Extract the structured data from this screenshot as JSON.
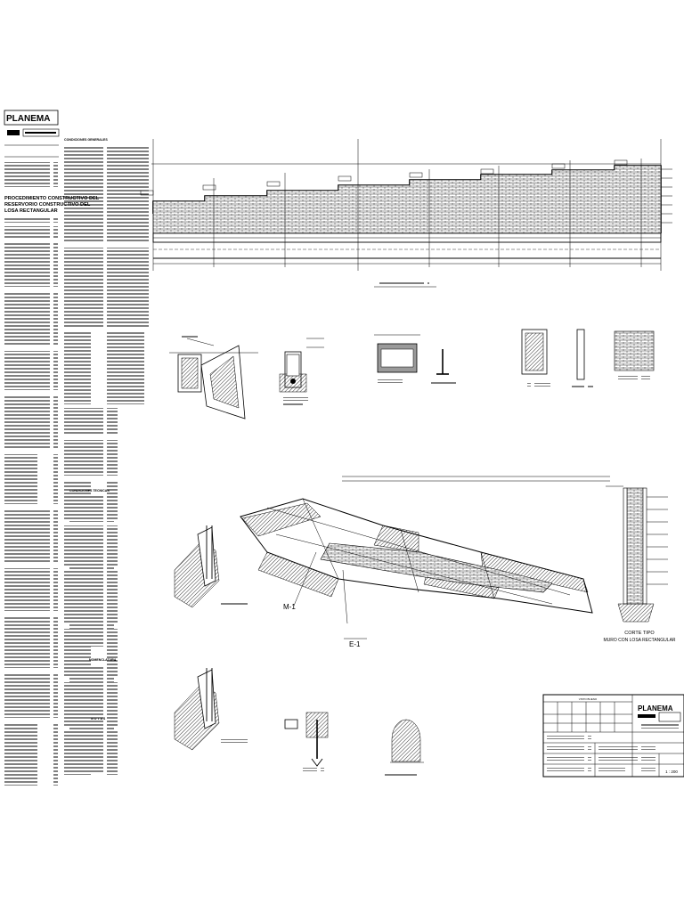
{
  "logo": {
    "brand": "PLANEMA"
  },
  "left_column": {
    "heading": "PROCEDIMIENTO CONSTRUCTIVO DEL RESERVORIO CONSTRUCTIVO DEL LOSA RECTANGULAR"
  },
  "general_notes_heading": "CONDICIONES GENERALES",
  "specs_heading": "CONDICIONES TECNICAS",
  "nomenclature_heading": "NOMENCLATURA",
  "notes_heading": "N O T A S",
  "cross_section": {
    "title": "CORTE TIPO",
    "subtitle": "MURO CON LOSA RECTANGULAR"
  },
  "marks": {
    "m1": "M-1",
    "e1": "E-1"
  },
  "title_block": {
    "brand": "PLANEMA",
    "approved_heading": "VISTO BUENO",
    "scale_label": "1 : 200"
  }
}
